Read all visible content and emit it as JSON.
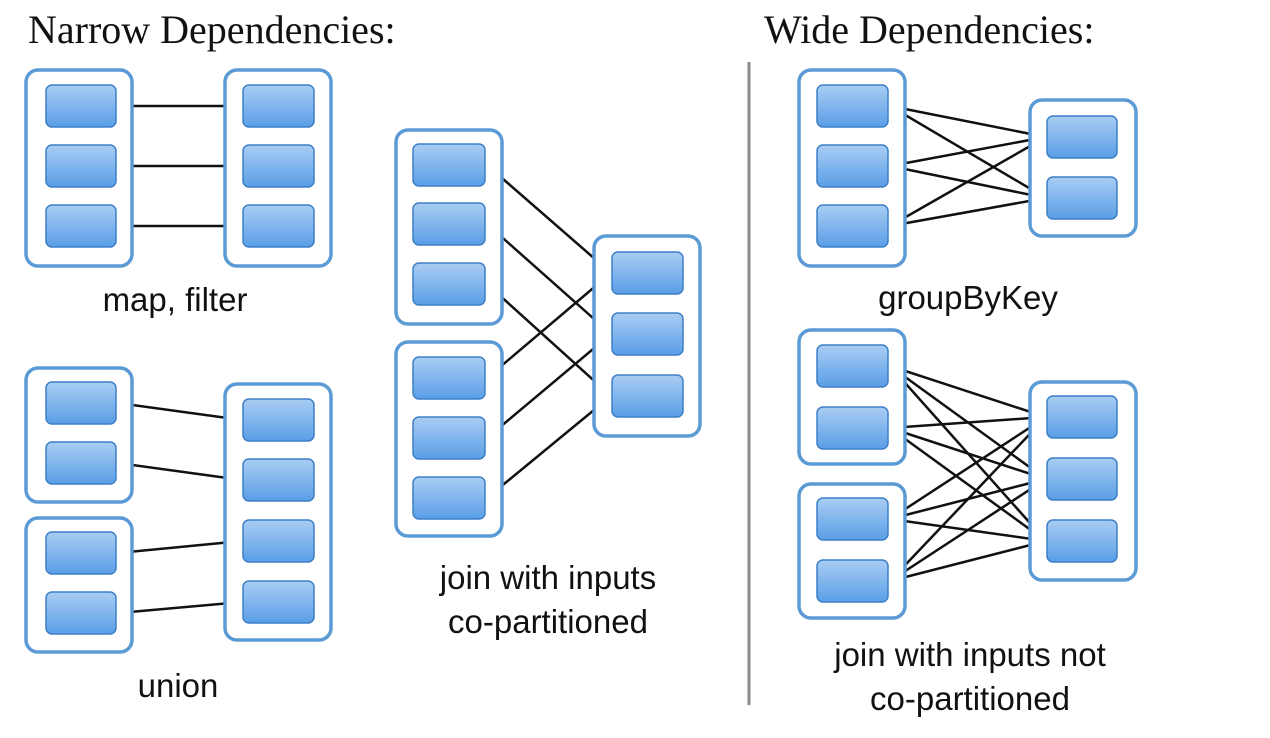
{
  "colors": {
    "rdd_border": "#5b9bd5",
    "partition_fill_top": "#a9cdf3",
    "partition_fill_bottom": "#5a9ee6",
    "arrow": "#111111",
    "divider": "#8a8a8a"
  },
  "sections": {
    "narrow": {
      "title": "Narrow Dependencies:",
      "examples": {
        "map_filter": {
          "caption": [
            "map, filter"
          ]
        },
        "union": {
          "caption": [
            "union"
          ]
        },
        "join_copart": {
          "caption": [
            "join with inputs",
            "co-partitioned"
          ]
        }
      }
    },
    "wide": {
      "title": "Wide Dependencies:",
      "examples": {
        "group_by_key": {
          "caption": [
            "groupByKey"
          ]
        },
        "join_not_copart": {
          "caption": [
            "join with inputs not",
            "co-partitioned"
          ]
        }
      }
    }
  }
}
